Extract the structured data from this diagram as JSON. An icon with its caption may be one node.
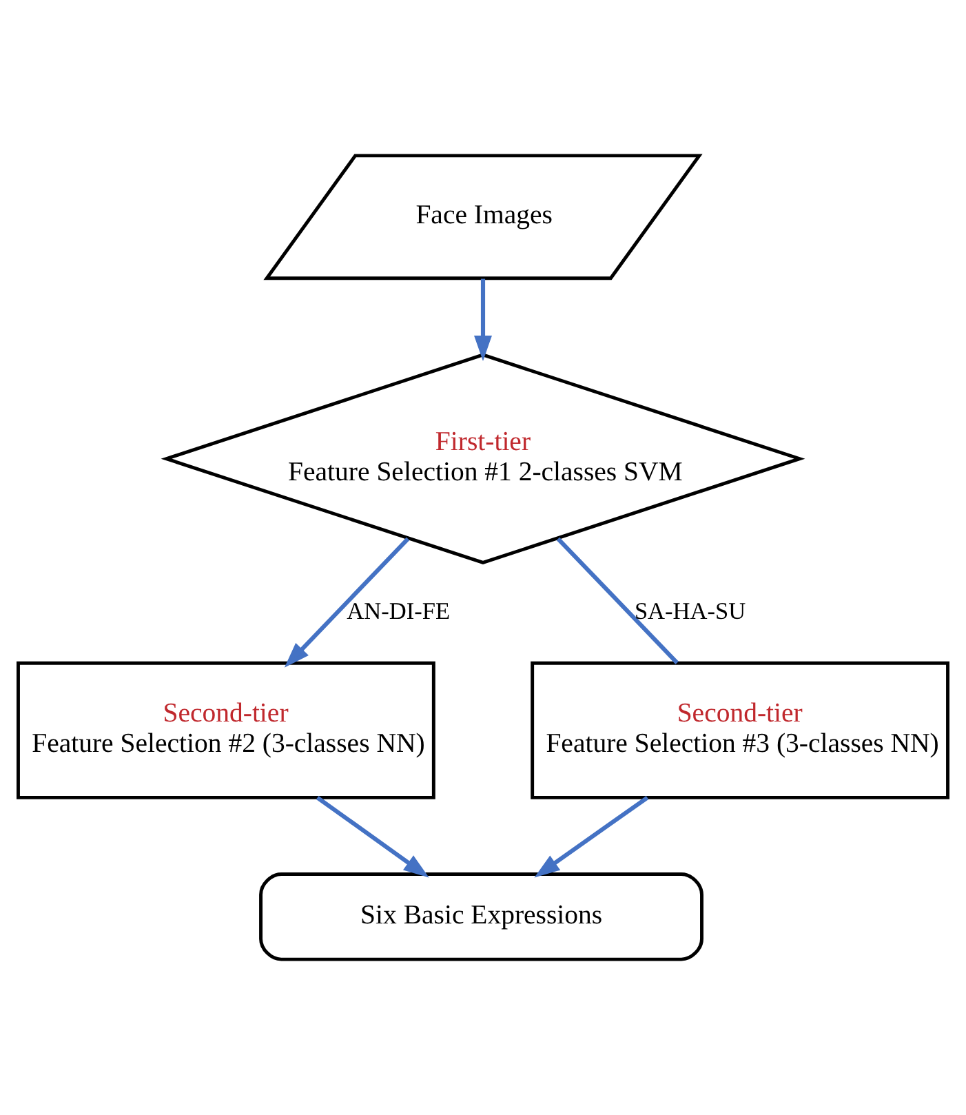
{
  "diagram": {
    "nodes": [
      {
        "text": [
          "Face Images"
        ]
      },
      {
        "text": [
          "First-tier",
          "Feature Selection #1 2-classes SVM"
        ]
      },
      {
        "text": [
          "Second-tier",
          "Feature Selection #2 (3-classes NN)"
        ]
      },
      {
        "text": [
          "Second-tier",
          "Feature Selection #3 (3-classes NN)"
        ]
      },
      {
        "text": [
          "Six Basic Expressions"
        ]
      }
    ],
    "edges": [
      {
        "from": 0,
        "to": 1,
        "arrow": "to"
      },
      {
        "from": 1,
        "to": 2,
        "arrow": "to",
        "label": "AN-DI-FE"
      },
      {
        "from": 1,
        "to": 3,
        "arrow": "none",
        "label": "SA-HA-SU"
      },
      {
        "from": 2,
        "to": 4,
        "arrow": "to"
      },
      {
        "from": 3,
        "to": 4,
        "arrow": "to"
      }
    ]
  }
}
